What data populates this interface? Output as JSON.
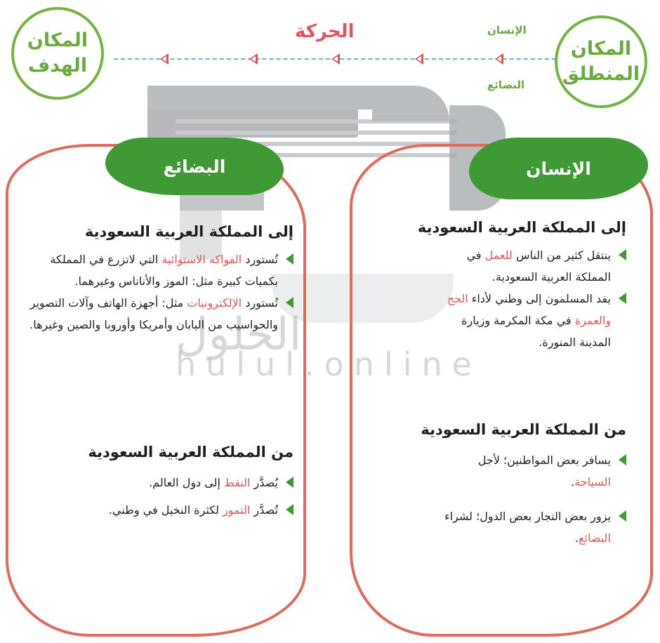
{
  "top": {
    "start_place": [
      "المكان",
      "المنطلق"
    ],
    "target_place": [
      "المكان",
      "الهدف"
    ],
    "movement": "الحركة",
    "human_label": "الإنسان",
    "goods_label": "البضائع"
  },
  "left": {
    "header": "البضائع",
    "to_title": "إلى المملكة العربية السعودية",
    "to_items": [
      {
        "pre": "تُستورد ",
        "hl": "الفواكه الاستوائية",
        "post": " التي لاتزرع في المملكة بكميات كبيرة مثل: الموز والأناناس وغيرهما."
      },
      {
        "pre": "تُستورد ",
        "hl": "الإلكترونيات",
        "post": " مثل: أجهزة الهاتف وآلات التصوير والحواسيب من اليابان وأمريكا وأوروبا والصين وغيرها."
      }
    ],
    "from_title": "من المملكة العربية السعودية",
    "from_items": [
      {
        "pre": "يُصدَّر ",
        "hl": "النفط",
        "post": " إلى دول العالم."
      },
      {
        "pre": "تُصدَّر ",
        "hl": "التمور",
        "post": " لكثرة النخيل في وطني."
      }
    ]
  },
  "right": {
    "header": "الإنسان",
    "to_title": "إلى المملكة العربية السعودية",
    "to_items": [
      {
        "pre": "ينتقل كثير من الناس ",
        "hl": "للعمل",
        "post": " في المملكة العربية السعودية."
      },
      {
        "pre": "يفد المسلمون إلى وطني لأداء ",
        "hl": "الحج والعمرة",
        "post": " في مكة المكرمة وزيارة المدينة المنورة."
      }
    ],
    "from_title": "من المملكة العربية السعودية",
    "from_items": [
      {
        "pre": "يسافر بعض المواطنين؛ لأجل ",
        "hl": "السياحة",
        "post": "."
      },
      {
        "pre": "يزور بعض التجار بعض الدول؛ لشراء ",
        "hl": "البضائع",
        "post": "."
      }
    ]
  },
  "watermark": {
    "arabic": "الحلول",
    "latin": "hulul.online"
  },
  "colors": {
    "green": "#3f9a36",
    "circle_green": "#74b442",
    "red": "#e0555b",
    "blob": "#de6b5d",
    "dash": "#67b8c6"
  }
}
